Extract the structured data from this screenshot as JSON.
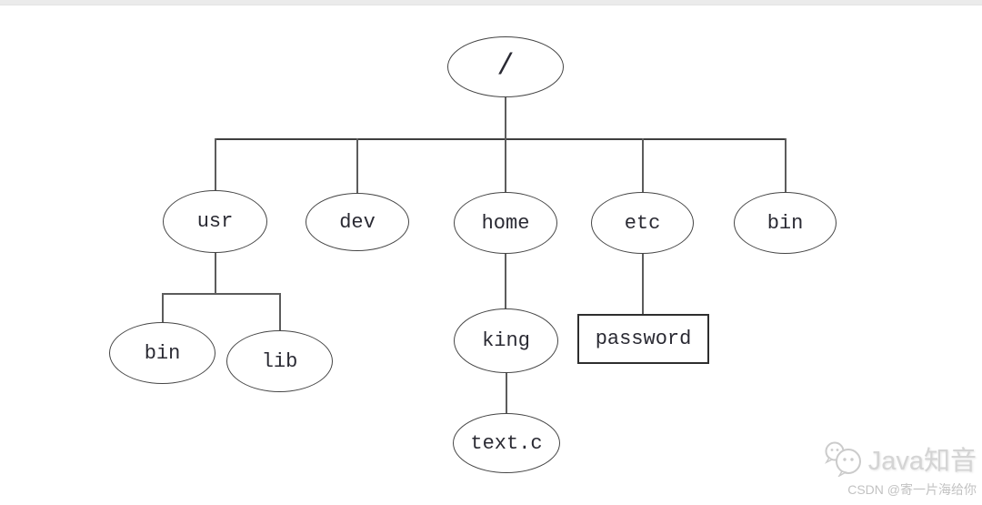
{
  "page": {
    "background_color": "#ffffff",
    "top_strip_color": "#ebebeb"
  },
  "diagram": {
    "type": "tree",
    "description": "Linux filesystem directory tree",
    "nodes": [
      {
        "id": "root",
        "label": "/",
        "shape": "ellipse"
      },
      {
        "id": "usr",
        "label": "usr",
        "shape": "ellipse"
      },
      {
        "id": "dev",
        "label": "dev",
        "shape": "ellipse"
      },
      {
        "id": "home",
        "label": "home",
        "shape": "ellipse"
      },
      {
        "id": "etc",
        "label": "etc",
        "shape": "ellipse"
      },
      {
        "id": "bin",
        "label": "bin",
        "shape": "ellipse"
      },
      {
        "id": "usr-bin",
        "label": "bin",
        "shape": "ellipse"
      },
      {
        "id": "usr-lib",
        "label": "lib",
        "shape": "ellipse"
      },
      {
        "id": "king",
        "label": "king",
        "shape": "ellipse"
      },
      {
        "id": "password",
        "label": "password",
        "shape": "rectangle"
      },
      {
        "id": "text-c",
        "label": "text.c",
        "shape": "ellipse"
      }
    ],
    "edges": [
      {
        "from": "root",
        "to": "usr"
      },
      {
        "from": "root",
        "to": "dev"
      },
      {
        "from": "root",
        "to": "home"
      },
      {
        "from": "root",
        "to": "etc"
      },
      {
        "from": "root",
        "to": "bin"
      },
      {
        "from": "usr",
        "to": "usr-bin"
      },
      {
        "from": "usr",
        "to": "usr-lib"
      },
      {
        "from": "home",
        "to": "king"
      },
      {
        "from": "etc",
        "to": "password"
      },
      {
        "from": "king",
        "to": "text-c"
      }
    ],
    "colors": {
      "node_stroke": "#454545",
      "edge_line": "#5c5c5c",
      "label_text": "#2a2a33"
    }
  },
  "watermark": {
    "icon": "wechat-icon",
    "brand": "Java知音",
    "credit": "CSDN @寄一片海给你",
    "color": "#d4d4d4"
  }
}
